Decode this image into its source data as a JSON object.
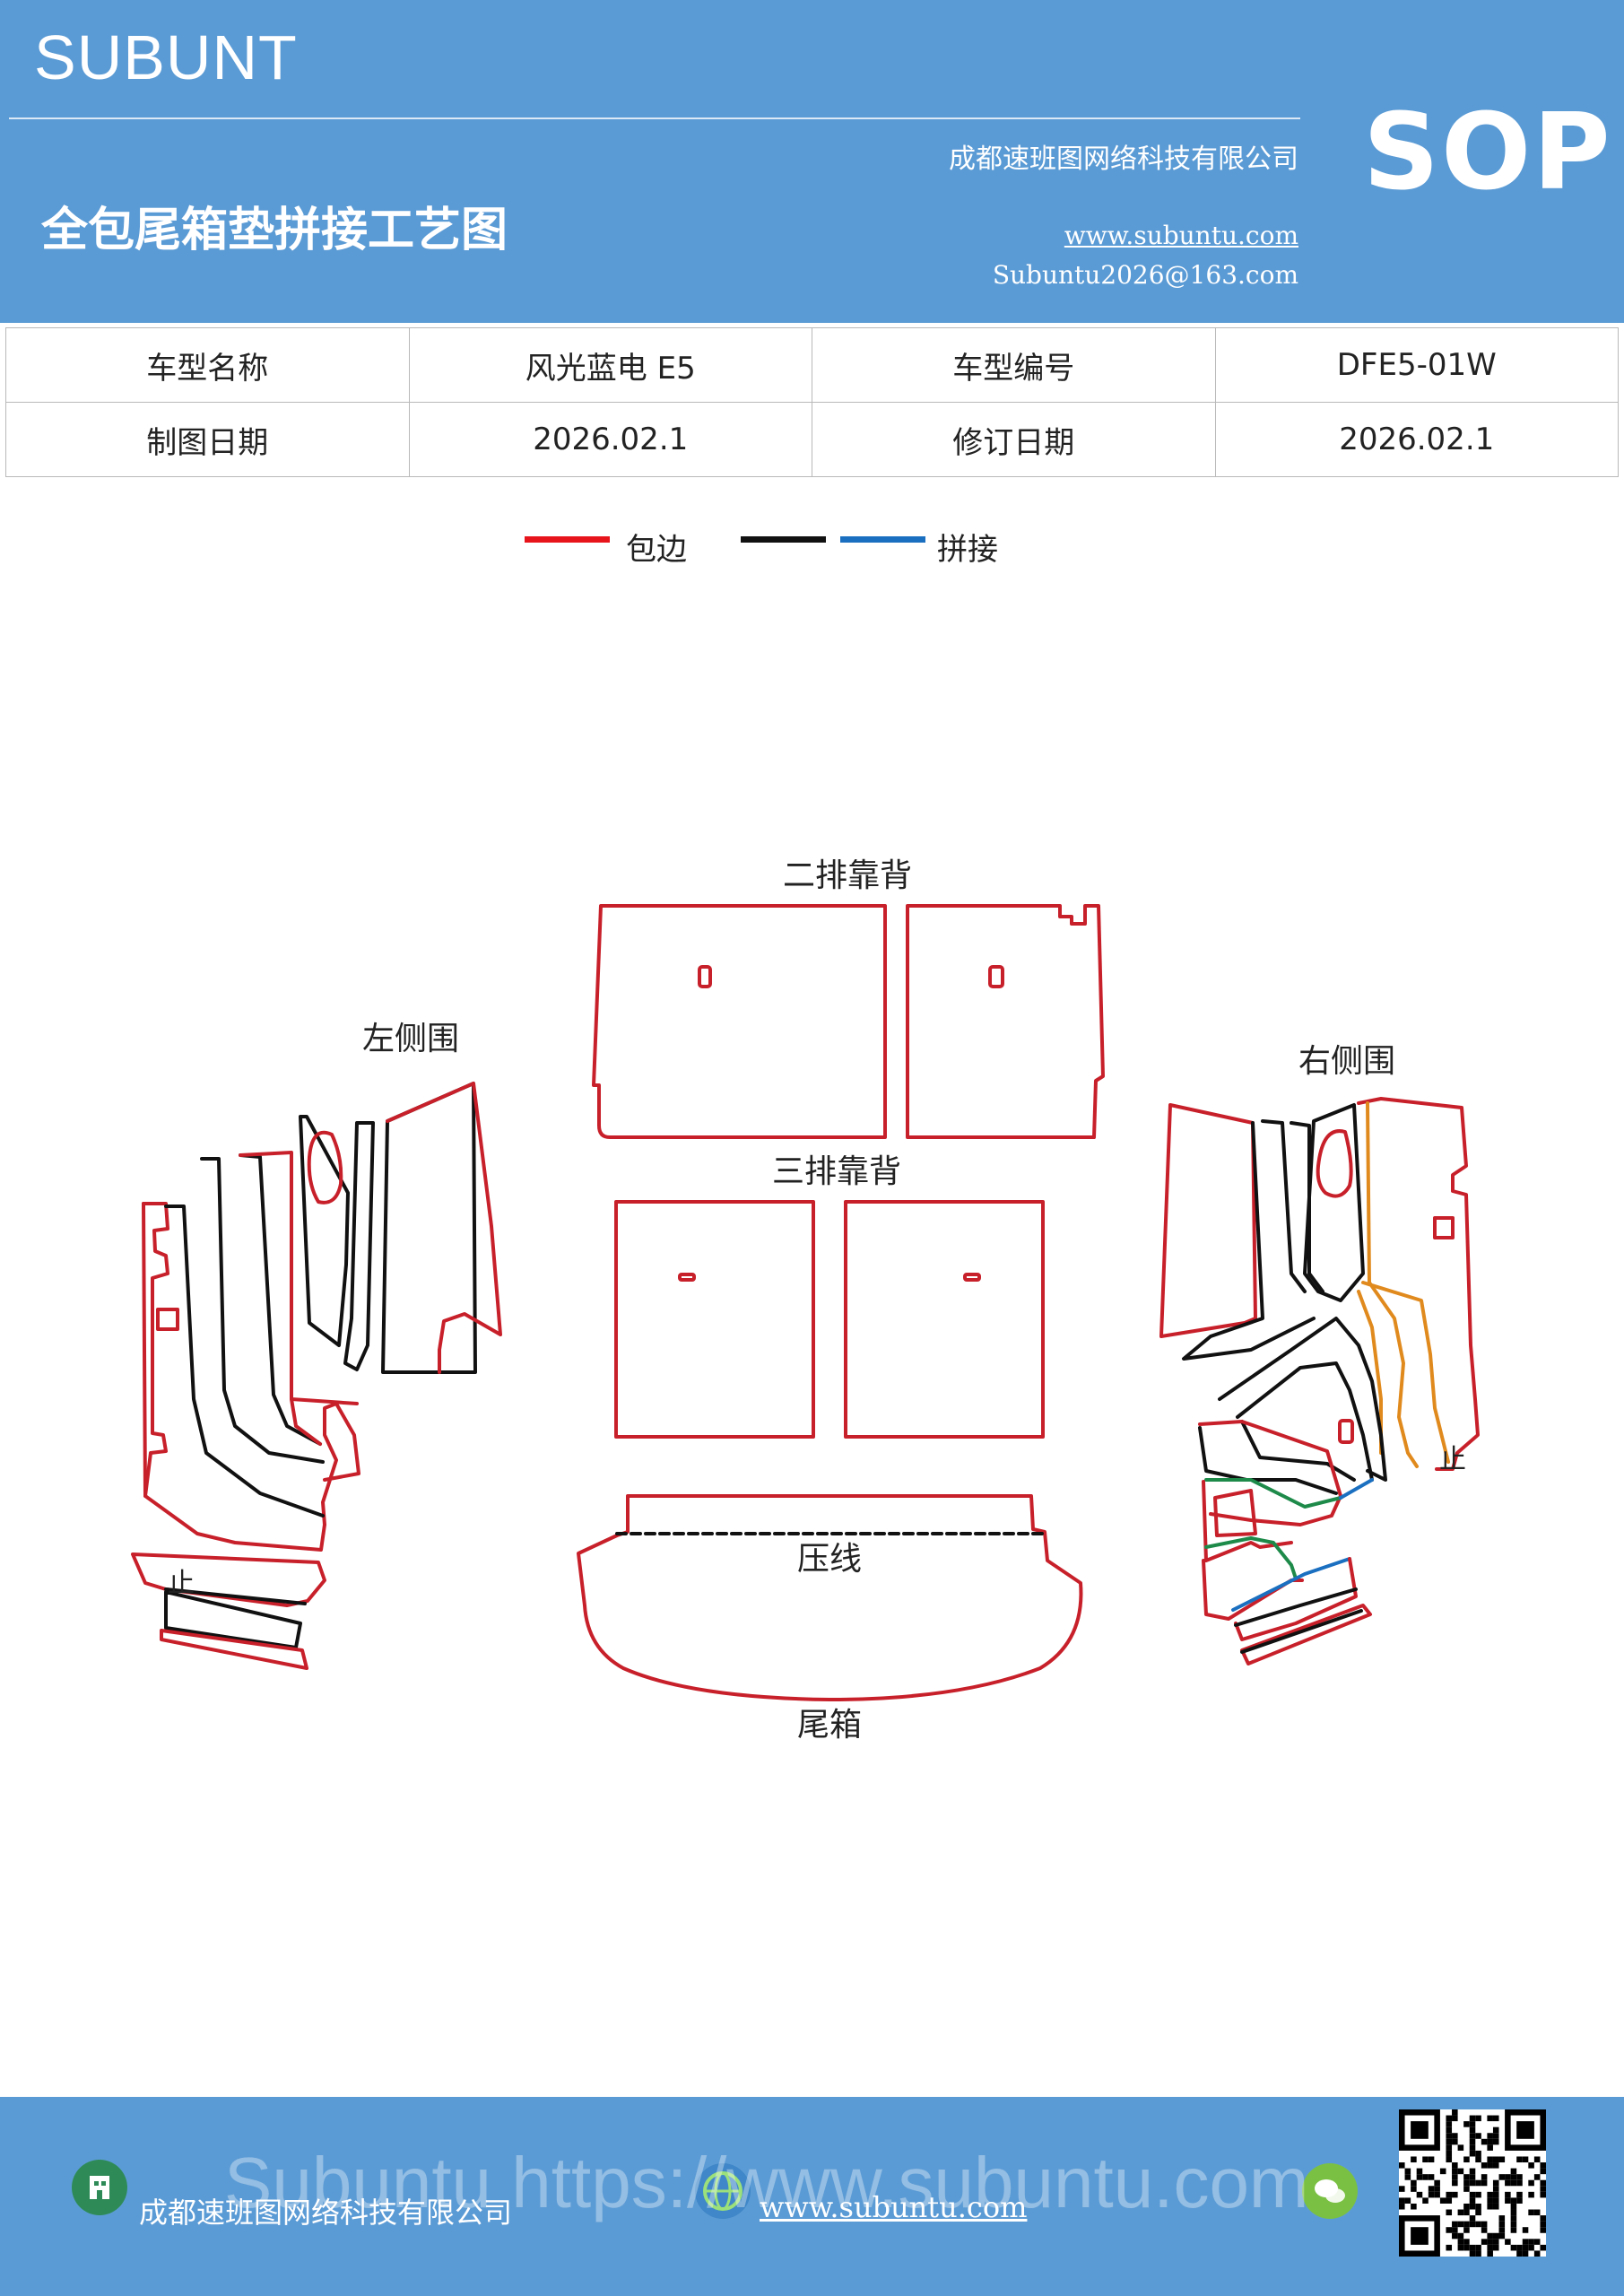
{
  "header": {
    "brand": "SUBUNT",
    "sop": "SOP",
    "company": "成都速班图网络科技有限公司",
    "title": "全包尾箱垫拼接工艺图",
    "website": "www.subuntu.com",
    "email": "Subuntu2026@163.com"
  },
  "info_table": {
    "rows": [
      [
        "车型名称",
        "风光蓝电 E5",
        "车型编号",
        "DFE5-01W"
      ],
      [
        "制图日期",
        "2026.02.1",
        "修订日期",
        "2026.02.1"
      ]
    ]
  },
  "legend": {
    "items": [
      {
        "label": "包边",
        "color": "#e8141c"
      },
      {
        "label": "",
        "color": "#111111"
      },
      {
        "label": "拼接",
        "color": "#1a6fc0"
      }
    ]
  },
  "diagram": {
    "labels": {
      "second_row": "二排靠背",
      "third_row": "三排靠背",
      "left_side": "左侧围",
      "right_side": "右侧围",
      "crease": "压线",
      "trunk": "尾箱",
      "stop_left": "止",
      "stop_right": "止"
    },
    "colors": {
      "edge": "#c8202a",
      "seam": "#111111",
      "orange": "#e08a1e",
      "green": "#1e8a4a",
      "blue": "#1a6fc0"
    }
  },
  "footer": {
    "company": "成都速班图网络科技有限公司",
    "website": "www.subuntu.com",
    "watermark": "Subuntu https://www.subuntu.com",
    "icons": [
      "building-icon",
      "globe-icon",
      "wechat-icon"
    ]
  }
}
